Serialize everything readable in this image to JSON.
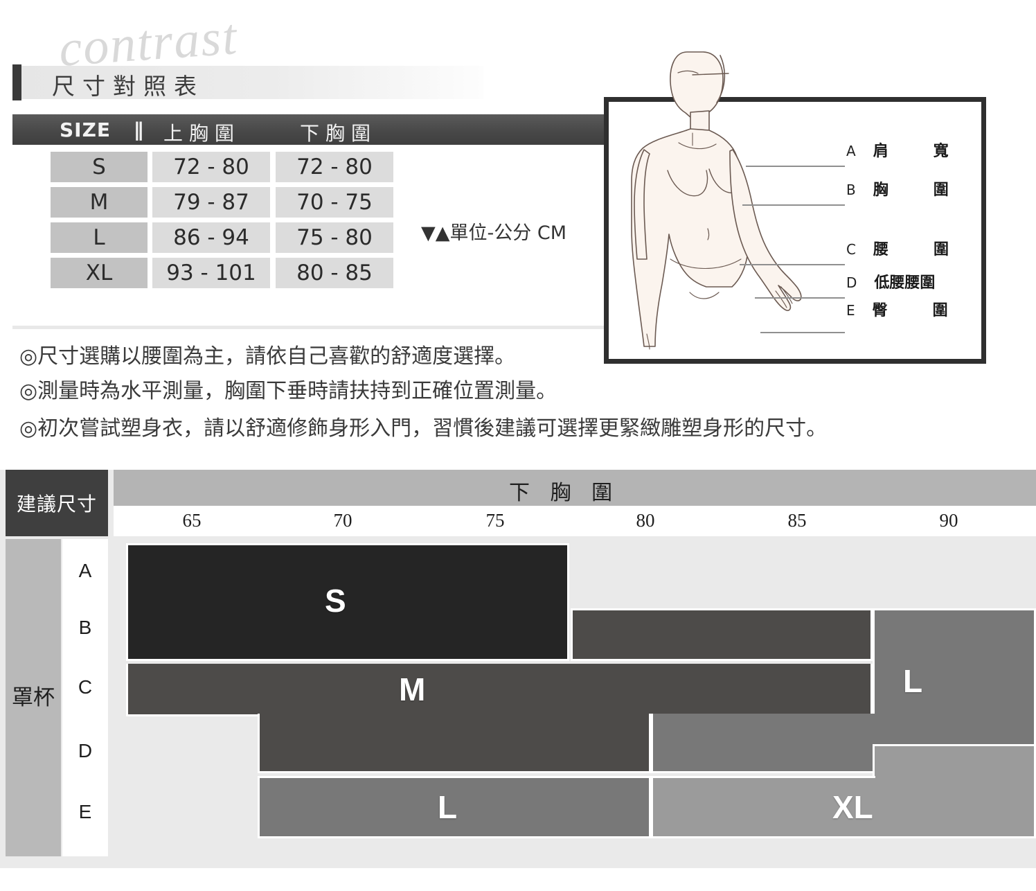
{
  "header": {
    "watermark": "contrast",
    "title": "尺寸對照表"
  },
  "size_table": {
    "columns": [
      "SIZE",
      "∥",
      "上胸圍",
      "下胸圍"
    ],
    "rows": [
      {
        "size": "S",
        "upper_bust": "72 - 80",
        "under_bust": "72 - 80"
      },
      {
        "size": "M",
        "upper_bust": "79 - 87",
        "under_bust": "70 - 75"
      },
      {
        "size": "L",
        "upper_bust": "86 - 94",
        "under_bust": "75 - 80"
      },
      {
        "size": "XL",
        "upper_bust": "93 - 101",
        "under_bust": "80 - 85"
      }
    ],
    "unit_note": "▼▲單位-公分 CM"
  },
  "diagram": {
    "labels": [
      {
        "letter": "A",
        "name": "肩",
        "suffix": "寬"
      },
      {
        "letter": "B",
        "name": "胸",
        "suffix": "圍"
      },
      {
        "letter": "C",
        "name": "腰",
        "suffix": "圍"
      },
      {
        "letter": "D",
        "name": "低腰腰圍",
        "suffix": ""
      },
      {
        "letter": "E",
        "name": "臀",
        "suffix": "圍"
      }
    ]
  },
  "notes": [
    "◎尺寸選購以腰圍為主，請依自己喜歡的舒適度選擇。",
    "◎測量時為水平測量，胸圍下垂時請扶持到正確位置測量。",
    "◎初次嘗試塑身衣，請以舒適修飾身形入門，習慣後建議可選擇更緊緻雕塑身形的尺寸。"
  ],
  "matrix": {
    "corner_label": "建議尺寸",
    "axis_title": "下 胸 圍",
    "cup_label": "罩杯",
    "x_ticks": [
      "65",
      "70",
      "75",
      "80",
      "85",
      "90"
    ],
    "cup_rows": [
      "A",
      "B",
      "C",
      "D",
      "E"
    ],
    "blocks": [
      {
        "label": "S",
        "color": "#252525"
      },
      {
        "label": "M",
        "color": "#4d4b49"
      },
      {
        "label": "L",
        "color": "#787878"
      },
      {
        "label": "L",
        "color": "#787878"
      },
      {
        "label": "XL",
        "color": "#9b9b9b"
      }
    ]
  },
  "chart_data": {
    "type": "heatmap",
    "title": "建議尺寸 — 下胸圍 × 罩杯",
    "xlabel": "下 胸 圍",
    "ylabel": "罩杯",
    "x_ticks": [
      "65",
      "70",
      "75",
      "80",
      "85",
      "90"
    ],
    "y_ticks": [
      "A",
      "B",
      "C",
      "D",
      "E"
    ],
    "regions": [
      {
        "size": "S",
        "color": "#252525",
        "cups": [
          "A",
          "B"
        ],
        "underbust_range": "65-78"
      },
      {
        "size": "M",
        "color": "#4d4b49",
        "cups": [
          "A",
          "B"
        ],
        "underbust_range": "78-88"
      },
      {
        "size": "M",
        "color": "#4d4b49",
        "cups": [
          "C",
          "D"
        ],
        "underbust_range": "65-78"
      },
      {
        "size": "L",
        "color": "#787878",
        "cups": [
          "C"
        ],
        "underbust_range": "88-95"
      },
      {
        "size": "L",
        "color": "#787878",
        "cups": [
          "C",
          "D"
        ],
        "underbust_range": "78-88"
      },
      {
        "size": "L",
        "color": "#787878",
        "cups": [
          "E"
        ],
        "underbust_range": "70-78"
      },
      {
        "size": "XL",
        "color": "#9b9b9b",
        "cups": [
          "D",
          "E"
        ],
        "underbust_range": "88-95"
      },
      {
        "size": "XL",
        "color": "#9b9b9b",
        "cups": [
          "E"
        ],
        "underbust_range": "78-88"
      }
    ]
  }
}
